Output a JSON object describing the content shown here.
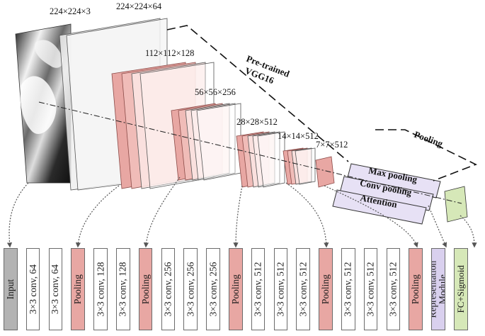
{
  "dims": [
    "224×224×3",
    "224×224×64",
    "112×112×128",
    "56×56×256",
    "28×28×512",
    "14×14×512",
    "7×7×512"
  ],
  "backbone_label": [
    "Pre-trained",
    "VGG16"
  ],
  "pooling_label": "Pooling",
  "pool_options": [
    "Max pooling",
    "Conv pooling",
    "Attention"
  ],
  "colors": {
    "pool_red": "#e8a7a3",
    "rep_purple": "#d9d0ee",
    "fc_green": "#d6e8b8",
    "input_gray": "#b3b3b3"
  },
  "sequence": [
    {
      "kind": "input",
      "label": "Input"
    },
    {
      "kind": "conv",
      "label": "3×3 conv, 64"
    },
    {
      "kind": "conv",
      "label": "3×3 conv, 64"
    },
    {
      "kind": "pool",
      "label": "Pooling"
    },
    {
      "kind": "conv",
      "label": "3×3 conv, 128"
    },
    {
      "kind": "conv",
      "label": "3×3 conv, 128"
    },
    {
      "kind": "pool",
      "label": "Pooling"
    },
    {
      "kind": "conv",
      "label": "3×3 conv, 256"
    },
    {
      "kind": "conv",
      "label": "3×3 conv, 256"
    },
    {
      "kind": "conv",
      "label": "3×3 conv, 256"
    },
    {
      "kind": "pool",
      "label": "Pooling"
    },
    {
      "kind": "conv",
      "label": "3×3 conv, 512"
    },
    {
      "kind": "conv",
      "label": "3×3 conv, 512"
    },
    {
      "kind": "conv",
      "label": "3×3 conv, 512"
    },
    {
      "kind": "pool",
      "label": "Pooling"
    },
    {
      "kind": "conv",
      "label": "3×3 conv, 512"
    },
    {
      "kind": "conv",
      "label": "3×3 conv, 512"
    },
    {
      "kind": "conv",
      "label": "3×3 conv, 512"
    },
    {
      "kind": "pool",
      "label": "Pooling"
    },
    {
      "kind": "module",
      "label": "Representation Module"
    },
    {
      "kind": "fc",
      "label": "FC+Sigmoid"
    }
  ]
}
